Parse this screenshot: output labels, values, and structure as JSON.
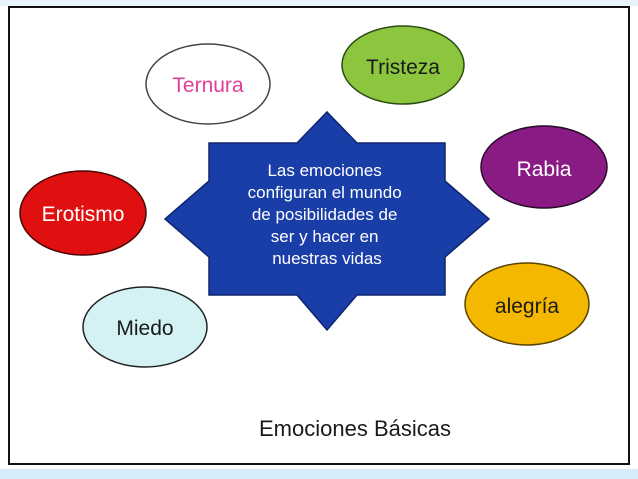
{
  "center": {
    "lines": [
      "Las emociones",
      "configuran el mundo",
      "de posibilidades de",
      "ser y hacer en",
      "nuestras vidas"
    ],
    "fill": "#1a3ea8",
    "text_color": "#ffffff"
  },
  "emotions": [
    {
      "label": "Ternura",
      "fill": "#ffffff",
      "stroke": "#444444",
      "text_color": "#e0409a"
    },
    {
      "label": "Tristeza",
      "fill": "#8cc63f",
      "stroke": "#2a4d10",
      "text_color": "#1a1a1a"
    },
    {
      "label": "Rabia",
      "fill": "#8a1a84",
      "stroke": "#2c0a2c",
      "text_color": "#ffffff"
    },
    {
      "label": "alegría",
      "fill": "#f5b800",
      "stroke": "#5a4300",
      "text_color": "#1a1a1a"
    },
    {
      "label": "Miedo",
      "fill": "#d4f2f4",
      "stroke": "#222222",
      "text_color": "#1a1a1a"
    },
    {
      "label": "Erotismo",
      "fill": "#e01010",
      "stroke": "#4a0505",
      "text_color": "#ffffff"
    }
  ],
  "caption": "Emociones Básicas"
}
